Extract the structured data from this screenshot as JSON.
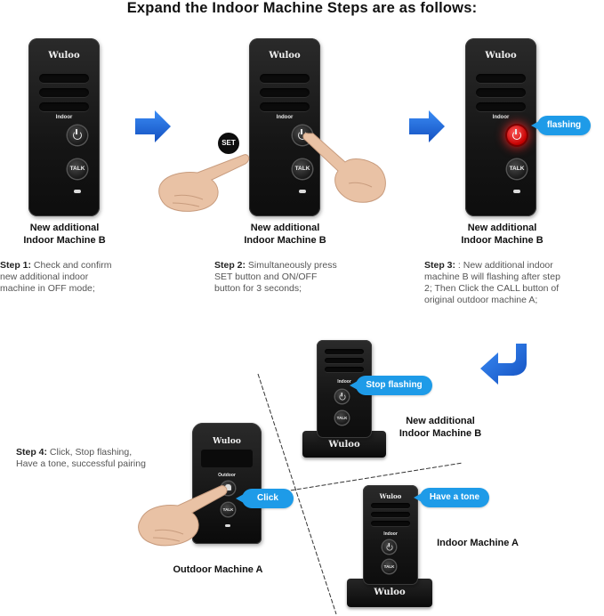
{
  "title": "Expand the Indoor Machine Steps are as follows:",
  "device_text": {
    "brand": "Wuloo",
    "indoor_label": "Indoor",
    "outdoor_label": "Outdoor",
    "talk_label": "TALK",
    "set_label": "SET"
  },
  "captions": {
    "new_machine_line1": "New additional",
    "new_machine_line2": "Indoor Machine B",
    "indoor_a": "Indoor Machine A",
    "outdoor_a": "Outdoor Machine A"
  },
  "steps": [
    {
      "label": "Step 1:",
      "text_l1": " Check and confirm",
      "text_l2": "new additional indoor",
      "text_l3": "machine in OFF mode;"
    },
    {
      "label": "Step 2:",
      "text_l1": " Simultaneously press",
      "text_l2": "SET button and ON/OFF",
      "text_l3": "button for 3 seconds;"
    },
    {
      "label": "Step 3:",
      "text_l1": " : New additional indoor",
      "text_l2": "machine B will flashing after step",
      "text_l3": "2; Then Click the CALL button of",
      "text_l4": "original outdoor machine A;"
    },
    {
      "label": "Step 4:",
      "text_l1": " Click, Stop flashing,",
      "text_l2": "Have a tone, successful pairing"
    }
  ],
  "bubbles": {
    "flashing": "flashing",
    "stop_flashing": "Stop flashing",
    "click": "Click",
    "have_tone": "Have a tone"
  },
  "colors": {
    "arrow_blue": "#1e6fe0",
    "bubble_blue": "#1e9be8",
    "flash_red": "#e01010"
  }
}
